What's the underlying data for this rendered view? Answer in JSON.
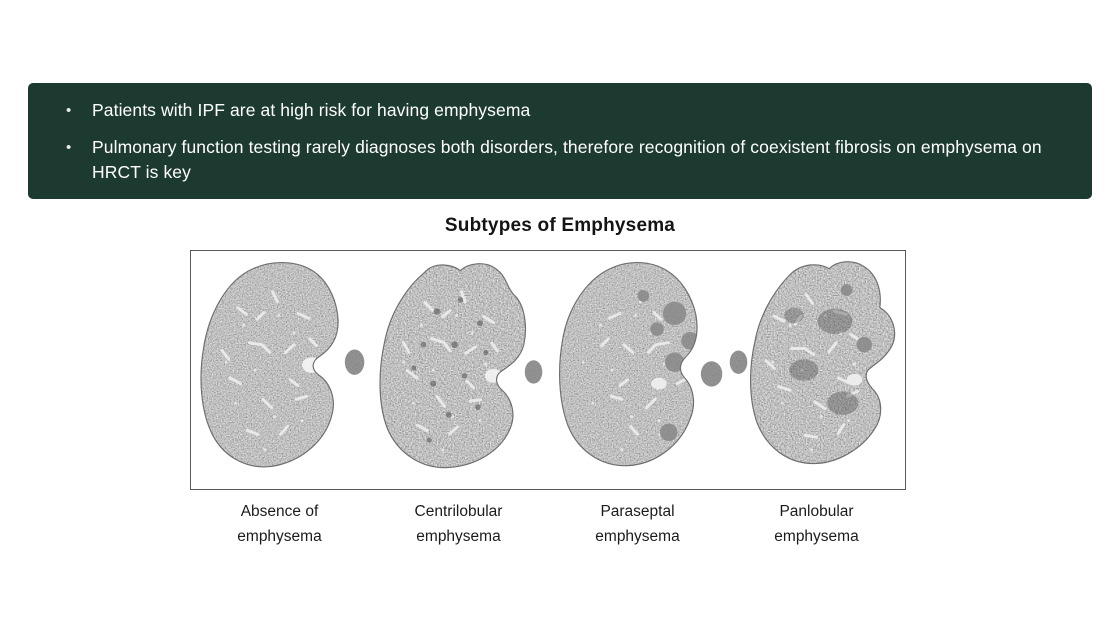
{
  "banner": {
    "background_color": "#1d3a31",
    "text_color": "#ffffff",
    "bullet_glyph": "•",
    "bullets": [
      "Patients with IPF are at high risk for having emphysema",
      "Pulmonary function testing rarely diagnoses both disorders, therefore recognition of coexistent fibrosis on emphysema on HRCT is key"
    ]
  },
  "figure": {
    "title": "Subtypes of Emphysema",
    "panels": [
      {
        "label_line1": "Absence of",
        "label_line2": "emphysema"
      },
      {
        "label_line1": "Centrilobular",
        "label_line2": "emphysema"
      },
      {
        "label_line1": "Paraseptal",
        "label_line2": "emphysema"
      },
      {
        "label_line1": "Panlobular",
        "label_line2": "emphysema"
      }
    ]
  }
}
